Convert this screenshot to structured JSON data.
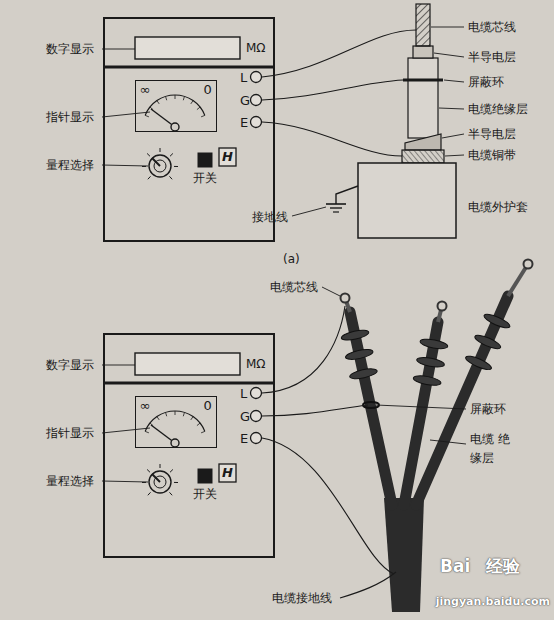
{
  "diagram": {
    "nodes": [
      {
        "text": [
          "L",
          "G",
          "E",
          "开关",
          "H"
        ]
      },
      {
        "text": [
          "MΩ"
        ],
        "in": 0
      },
      {
        "text": [
          "∞",
          "0"
        ],
        "in": 0
      },
      {
        "text": [
          "L",
          "G",
          "E",
          "开关",
          "H"
        ]
      },
      {
        "text": [
          "MΩ"
        ],
        "in": 3
      },
      {
        "text": [
          "∞",
          "0"
        ],
        "in": 3
      }
    ],
    "labels": [
      "数字显示",
      "指针显示",
      "量程选择",
      "电缆芯线",
      "半导电层",
      "屏蔽环",
      "电缆绝缘层",
      "半导电层",
      "电缆铜带",
      "电缆外护套",
      "接地线",
      "(a)",
      "数字显示",
      "指针显示",
      "量程选择",
      "电缆芯线",
      "屏蔽环",
      "电缆 绝缘层",
      "电缆接地线",
      "Bai",
      "经验",
      "jingyan.baidu.com"
    ]
  }
}
